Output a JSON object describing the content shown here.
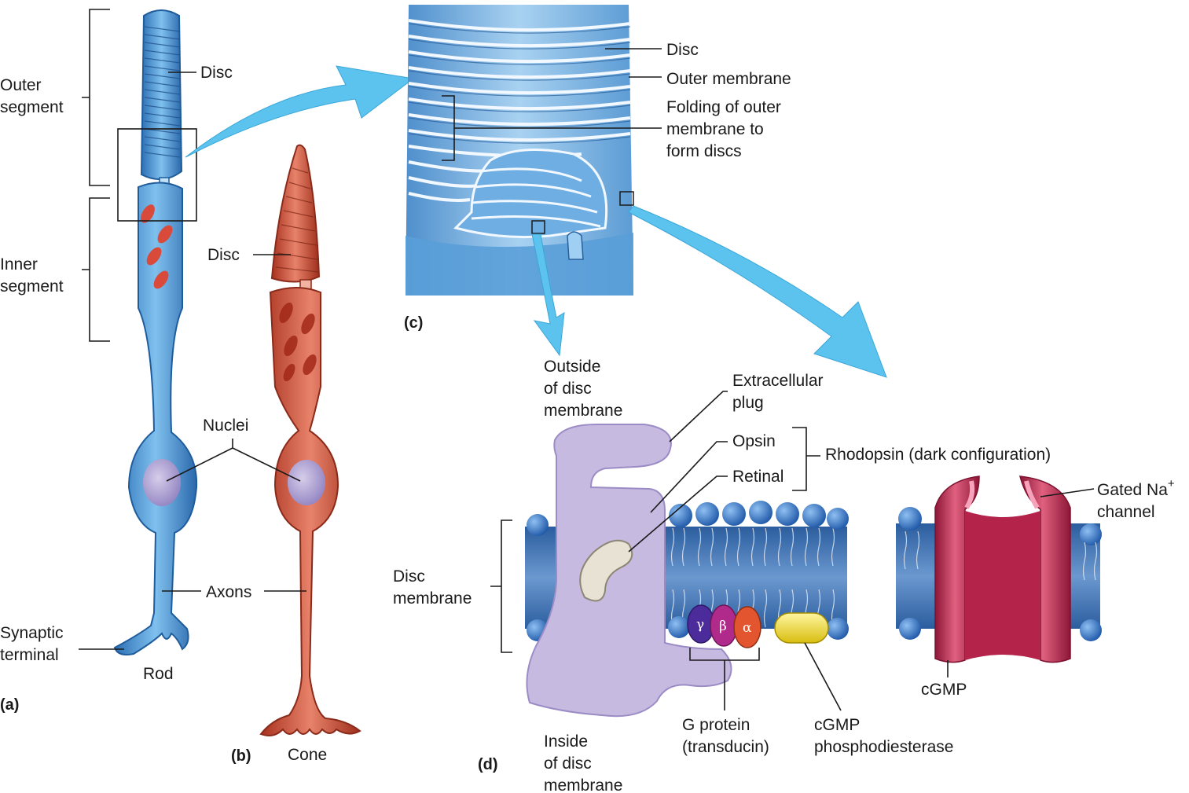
{
  "panels": {
    "a": "(a)",
    "b": "(b)",
    "c": "(c)",
    "d": "(d)"
  },
  "panel_a": {
    "outer_segment": [
      "Outer",
      "segment"
    ],
    "inner_segment": [
      "Inner",
      "segment"
    ],
    "synaptic_terminal": [
      "Synaptic",
      "terminal"
    ],
    "disc": "Disc",
    "rod": "Rod"
  },
  "panel_b": {
    "disc": "Disc",
    "cone": "Cone"
  },
  "shared": {
    "nuclei": "Nuclei",
    "axons": "Axons"
  },
  "panel_c": {
    "disc": "Disc",
    "outer_membrane": "Outer membrane",
    "folding": [
      "Folding of outer",
      "membrane to",
      "form discs"
    ]
  },
  "panel_d": {
    "outside": [
      "Outside",
      "of disc",
      "membrane"
    ],
    "inside": [
      "Inside",
      "of disc",
      "membrane"
    ],
    "disc_membrane": [
      "Disc",
      "membrane"
    ],
    "extracellular_plug": [
      "Extracellular",
      "plug"
    ],
    "opsin": "Opsin",
    "retinal": "Retinal",
    "rhodopsin": "Rhodopsin (dark configuration)",
    "gated_channel": [
      "Gated Na",
      "+",
      "channel"
    ],
    "cgmp": "cGMP",
    "g_protein": [
      "G protein",
      "(transducin)"
    ],
    "pde": [
      "cGMP",
      "phosphodiesterase"
    ],
    "subunits": [
      "γ",
      "β",
      "α"
    ]
  },
  "colors": {
    "rod_blue": "#3f8fcf",
    "cone_red": "#c9452f",
    "arrow_cyan": "#5cc3ef",
    "opsin_lilac": "#c3b8de",
    "channel_crimson": "#b3234a",
    "pde_yellow": "#f2df2a",
    "lipid_head_blue": "#2f6fc2"
  }
}
